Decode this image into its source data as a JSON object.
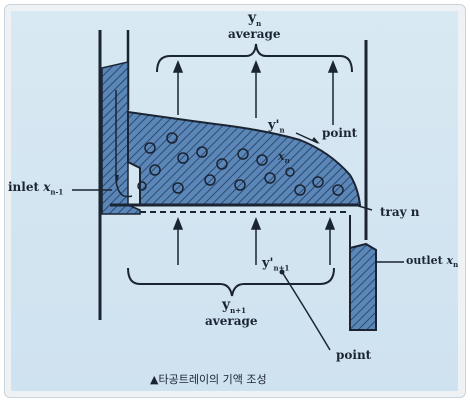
{
  "labels": {
    "yn": "y",
    "yn_sub": "n",
    "yn_avg": "average",
    "yn_prime": "y'",
    "yn_prime_sub": "n",
    "point_top": "point",
    "xn_mid": "x",
    "xn_mid_sub": "n",
    "inlet": "inlet",
    "inlet_x": "x",
    "inlet_sub": "n-1",
    "tray": "tray n",
    "outlet": "outlet",
    "outlet_x": "x",
    "outlet_sub": "n",
    "yn1_prime": "y'",
    "yn1_prime_sub": "n+1",
    "yn1": "y",
    "yn1_sub": "n+1",
    "yn1_avg": "average",
    "point_bottom": "point"
  },
  "caption": "▲타공트레이의 기액 조성",
  "colors": {
    "liquid": "#3f6fa6",
    "line": "#1b2433",
    "background": "#d6e7f2"
  }
}
